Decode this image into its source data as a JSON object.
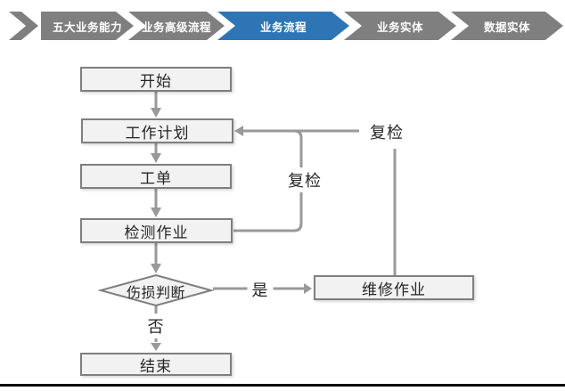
{
  "nav": {
    "items": [
      {
        "label": "五大业务能力",
        "active": false
      },
      {
        "label": "业务高级流程",
        "active": false
      },
      {
        "label": "业务流程",
        "active": true
      },
      {
        "label": "业务实体",
        "active": false
      },
      {
        "label": "数据实体",
        "active": false
      }
    ]
  },
  "flowchart": {
    "nodes": [
      {
        "id": "start",
        "label": "开始",
        "type": "process"
      },
      {
        "id": "plan",
        "label": "工作计划",
        "type": "process"
      },
      {
        "id": "order",
        "label": "工单",
        "type": "process"
      },
      {
        "id": "inspect",
        "label": "检测作业",
        "type": "process"
      },
      {
        "id": "decision",
        "label": "伤损判断",
        "type": "decision"
      },
      {
        "id": "repair",
        "label": "维修作业",
        "type": "process"
      },
      {
        "id": "end",
        "label": "结束",
        "type": "process"
      }
    ],
    "edge_labels": {
      "yes": "是",
      "no": "否",
      "recheck_inner": "复检",
      "recheck_outer": "复检"
    },
    "edges": [
      {
        "from": "start",
        "to": "plan"
      },
      {
        "from": "plan",
        "to": "order"
      },
      {
        "from": "order",
        "to": "inspect"
      },
      {
        "from": "inspect",
        "to": "decision"
      },
      {
        "from": "decision",
        "to": "repair",
        "label": "是"
      },
      {
        "from": "decision",
        "to": "end",
        "label": "否"
      },
      {
        "from": "inspect",
        "to": "plan",
        "label": "复检"
      },
      {
        "from": "repair",
        "to": "plan",
        "label": "复检"
      }
    ]
  },
  "colors": {
    "accent_blue": "#2E75B6",
    "nav_gray": "#7F7F7F",
    "shape_fill": "#F2F2F2",
    "shape_border": "#7F7F7F",
    "connector_gray": "#999999",
    "text": "#262626"
  }
}
